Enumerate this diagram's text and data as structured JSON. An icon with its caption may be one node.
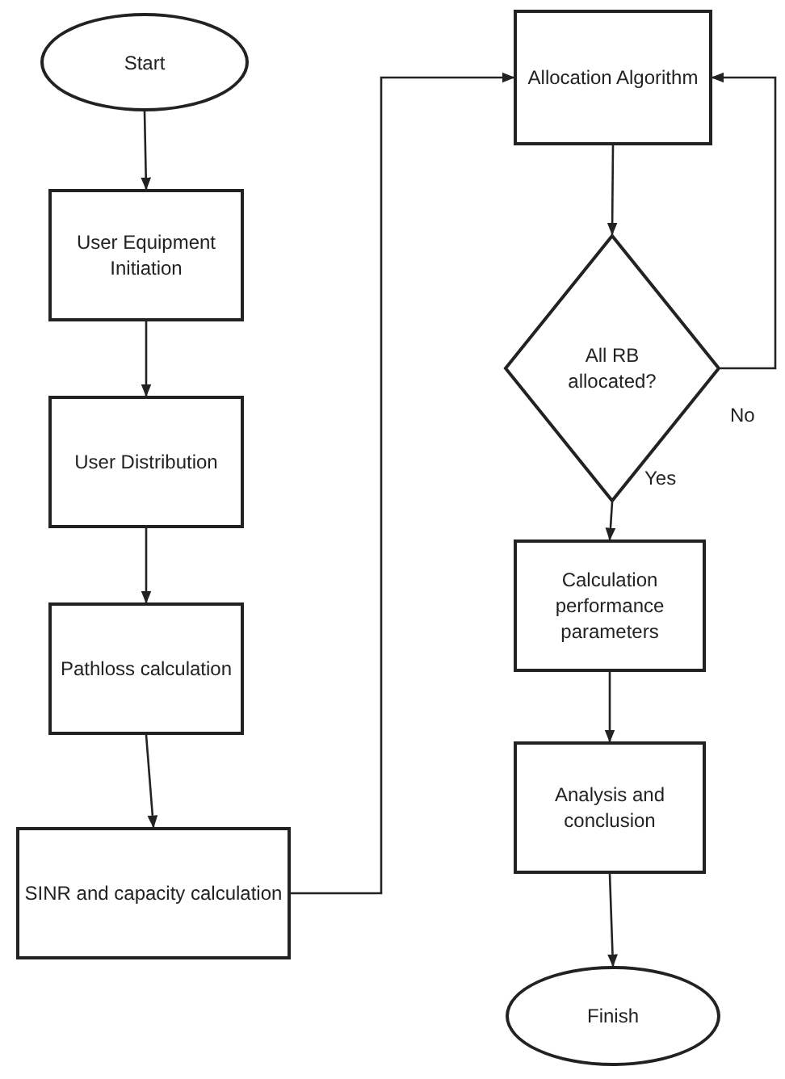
{
  "diagram": {
    "nodes": [
      {
        "text": [
          "Start"
        ]
      },
      {
        "text": [
          "User Equipment Initiation"
        ]
      },
      {
        "text": [
          "User Distribution"
        ]
      },
      {
        "text": [
          "Pathloss calculation"
        ]
      },
      {
        "text": [
          "SINR and capacity calculation"
        ]
      },
      {
        "text": [
          "Allocation Algorithm"
        ]
      },
      {
        "text": [
          "All RB allocated?"
        ]
      },
      {
        "text": [
          "Calculation performance parameters"
        ]
      },
      {
        "text": [
          "Analysis and conclusion"
        ]
      },
      {
        "text": [
          "Finish"
        ]
      }
    ],
    "edges": [
      {
        "from": 0,
        "to": 1,
        "arrow": "to"
      },
      {
        "from": 1,
        "to": 2,
        "arrow": "to"
      },
      {
        "from": 2,
        "to": 3,
        "arrow": "to"
      },
      {
        "from": 3,
        "to": 4,
        "arrow": "to"
      },
      {
        "from": 4,
        "to": 5,
        "arrow": "to"
      },
      {
        "from": 5,
        "to": 6,
        "arrow": "to"
      },
      {
        "from": 6,
        "to": 5,
        "arrow": "to",
        "label": "No"
      },
      {
        "from": 6,
        "to": 7,
        "arrow": "to",
        "label": "Yes"
      },
      {
        "from": 7,
        "to": 8,
        "arrow": "to"
      },
      {
        "from": 8,
        "to": 9,
        "arrow": "to"
      }
    ]
  }
}
